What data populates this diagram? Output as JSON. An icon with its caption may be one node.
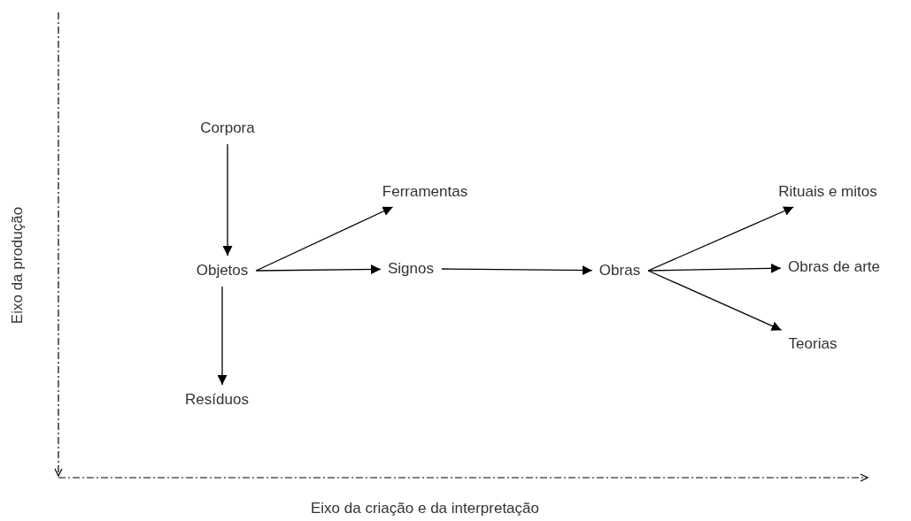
{
  "diagram": {
    "nodes": [
      {
        "text": [
          "Corpora"
        ]
      },
      {
        "text": [
          "Objetos"
        ]
      },
      {
        "text": [
          "Resíduos"
        ]
      },
      {
        "text": [
          "Ferramentas"
        ]
      },
      {
        "text": [
          "Signos"
        ]
      },
      {
        "text": [
          "Obras"
        ]
      },
      {
        "text": [
          "Rituais e mitos"
        ]
      },
      {
        "text": [
          "Obras de arte"
        ]
      },
      {
        "text": [
          "Teorias"
        ]
      }
    ],
    "edges": [
      {
        "from": 0,
        "to": 1,
        "arrow": "to"
      },
      {
        "from": 1,
        "to": 2,
        "arrow": "to"
      },
      {
        "from": 1,
        "to": 3,
        "arrow": "to"
      },
      {
        "from": 1,
        "to": 4,
        "arrow": "to"
      },
      {
        "from": 4,
        "to": 5,
        "arrow": "to"
      },
      {
        "from": 5,
        "to": 6,
        "arrow": "to"
      },
      {
        "from": 5,
        "to": 7,
        "arrow": "to"
      },
      {
        "from": 5,
        "to": 8,
        "arrow": "to"
      }
    ],
    "labels": [
      "Eixo da produção",
      "Eixo da criação e da interpretação"
    ]
  }
}
